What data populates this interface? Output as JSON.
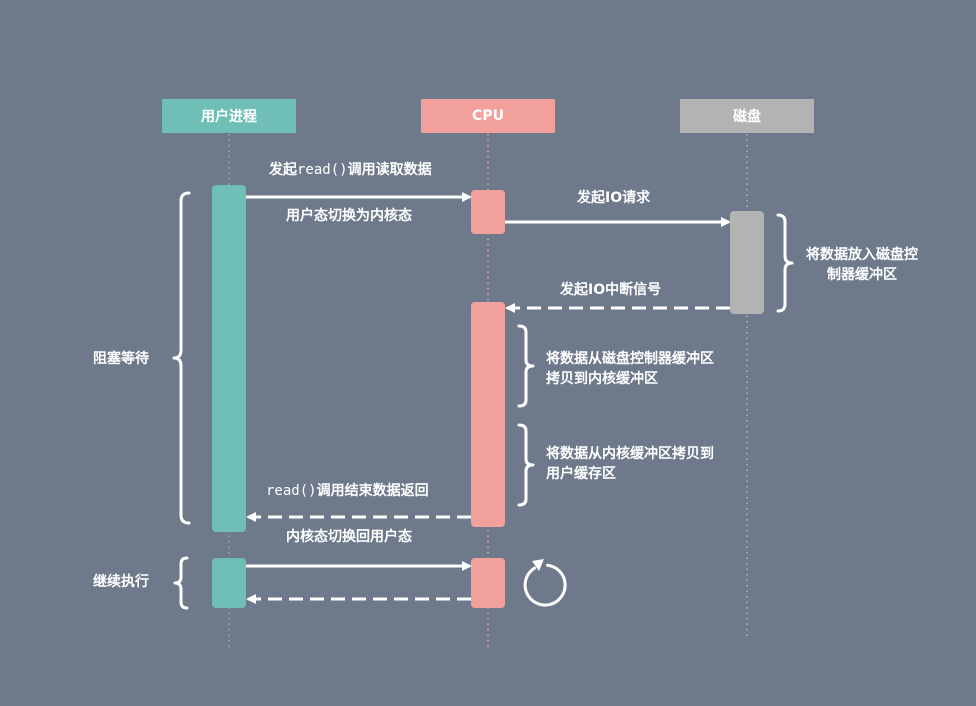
{
  "colors": {
    "background": "#6e7a8b",
    "user_process": "#6fbfb7",
    "cpu": "#f2a09c",
    "disk": "#b3b3b3",
    "line": "#ffffff"
  },
  "participants": {
    "user_process": "用户进程",
    "cpu": "CPU",
    "disk": "磁盘"
  },
  "messages": {
    "read_call_prefix": "发起",
    "read_call_code": "read()",
    "read_call_suffix": "调用读取数据",
    "user_to_kernel": "用户态切换为内核态",
    "io_request": "发起IO请求",
    "io_interrupt": "发起IO中断信号",
    "read_return_code": "read()",
    "read_return_suffix": "调用结束数据返回",
    "kernel_to_user": "内核态切换回用户态"
  },
  "notes": {
    "disk_buffer": "将数据放入磁盘控制器缓冲区",
    "copy_to_kernel": "将数据从磁盘控制器缓冲区拷贝到内核缓冲区",
    "copy_to_user": "将数据从内核缓冲区拷贝到用户缓存区"
  },
  "phases": {
    "blocked": "阻塞等待",
    "continue": "继续执行"
  },
  "icons": {
    "loop": "refresh-cycle-icon"
  }
}
